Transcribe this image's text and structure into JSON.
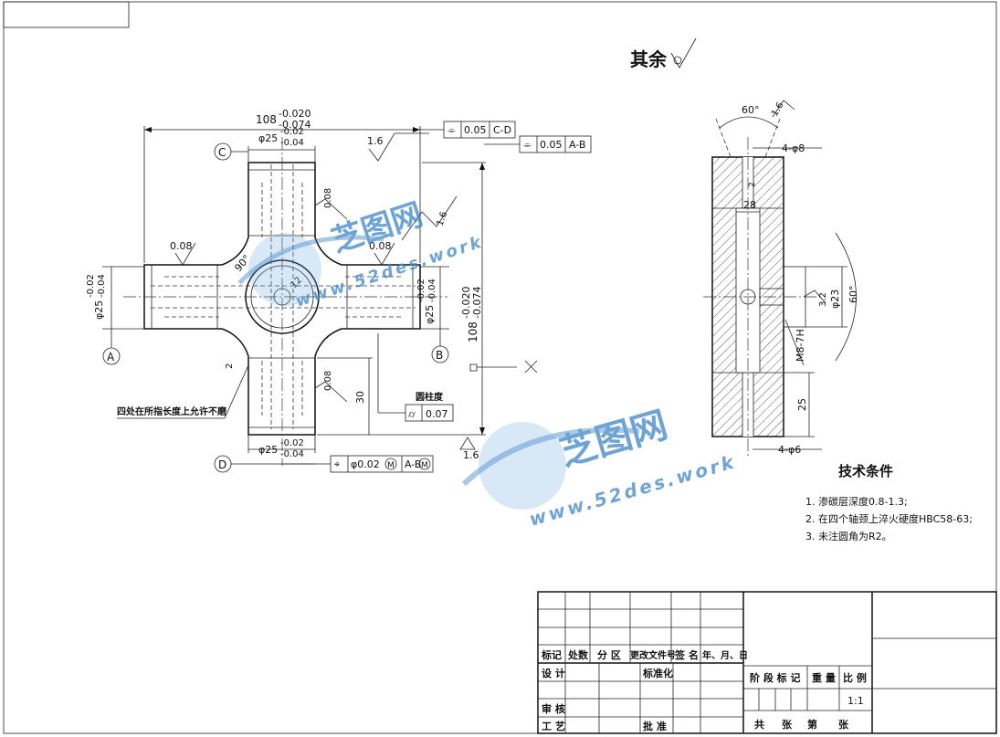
{
  "roughness_other": "其余",
  "roughness_values": [
    "1.6",
    "0.08",
    "0.08",
    "1.6",
    "0.08",
    "0.08",
    "1.6",
    "1.6"
  ],
  "dims": {
    "overall_width": "108",
    "overall_width_tol": [
      "-0.020",
      "-0.074"
    ],
    "overall_height": "108",
    "overall_height_tol": [
      "-0.020",
      "-0.074"
    ],
    "phi25_top": "φ25",
    "phi25_tol": [
      "-0.02",
      "-0.04"
    ],
    "phi25_left": "φ25",
    "phi25_right": "φ25",
    "phi25_bottom": "φ25",
    "r90": "90°",
    "r12": "12",
    "len30": "30",
    "len2": "2",
    "angle60_top": "60°",
    "hole_4phi8": "4-φ8",
    "hole_4phi6": "4-φ6",
    "len28": "28",
    "len25": "25",
    "phi23": "φ23",
    "len3_2": "3.2",
    "angle60_right": "60°",
    "thread": "M8-7H",
    "hole2": "2"
  },
  "tolerances": {
    "frame1_symbol": "⌯",
    "frame1_value": "0.05",
    "frame1_datum": "C-D",
    "frame2_symbol": "⌯",
    "frame2_value": "0.05",
    "frame2_datum": "A-B",
    "frame3_symbol": "⌖",
    "frame3_value": "φ0.02",
    "frame3_m": "M",
    "frame3_datum": "A-B",
    "frame3_datum_m": "M",
    "cyl_label": "圆柱度",
    "cyl_symbol": "⌭",
    "cyl_value": "0.07"
  },
  "datums": [
    "A",
    "B",
    "C",
    "D"
  ],
  "note_grind": "四处在所指长度上允许不磨",
  "tech": {
    "title": "技术条件",
    "items": [
      "1. 渗碳层深度0.8-1.3;",
      "2. 在四个轴颈上淬火硬度HBC58-63;",
      "3. 未注圆角为R2。"
    ]
  },
  "title_block": {
    "biaoji": "标记",
    "chushu": "处数",
    "fenqu": "分 区",
    "gengai": "更改文件号",
    "qianming": "签 名",
    "riqi": "年、月、日",
    "sheji": "设 计",
    "biaozhunhua": "标准化",
    "shenhe": "审 核",
    "gongyi": "工 艺",
    "pizhun": "批 准",
    "jieduan": "阶 段 标 记",
    "zhongliang": "重 量",
    "bili": "比 例",
    "scale": "1:1",
    "gong": "共",
    "zhang1": "张",
    "di": "第",
    "zhang2": "张"
  },
  "watermark": {
    "brand": "芝图网",
    "url": "www.52des.work",
    "color": "#3d86c8"
  }
}
